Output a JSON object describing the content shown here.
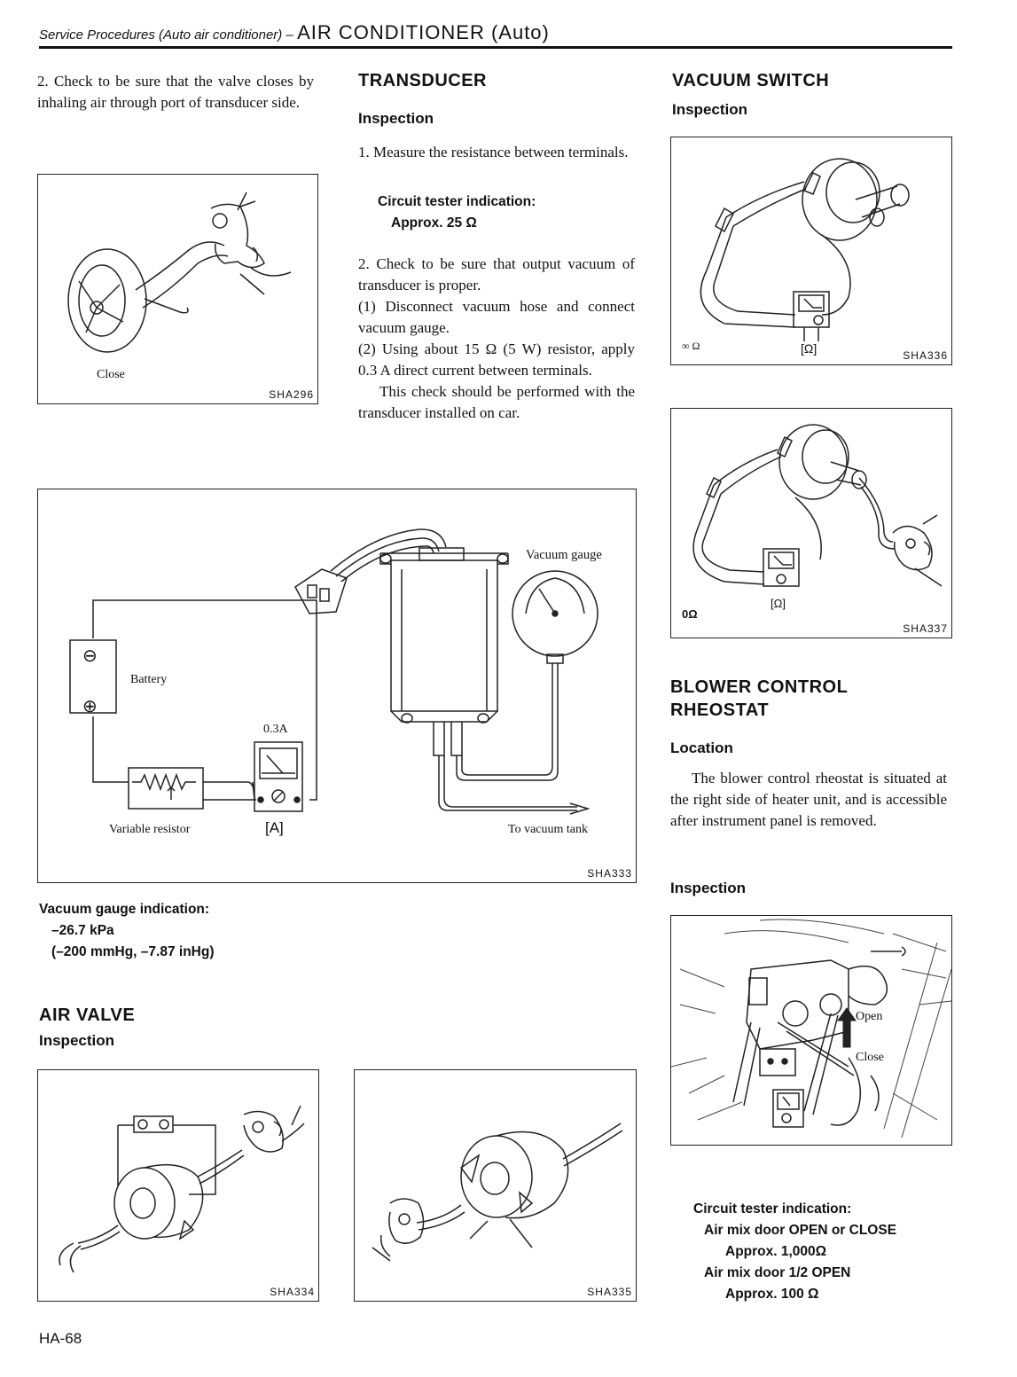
{
  "header": {
    "section": "Service Procedures (Auto air conditioner) –",
    "title": "AIR CONDITIONER (Auto)"
  },
  "left_top": {
    "step_text": "2. Check to be sure that the valve closes by inhaling air through port of transducer side.",
    "figure": {
      "label": "Close",
      "code": "SHA296"
    }
  },
  "transducer": {
    "title": "TRANSDUCER",
    "subtitle": "Inspection",
    "step1": "1. Measure the resistance between terminals.",
    "spec_label": "Circuit tester indication:",
    "spec_value": "Approx. 25 Ω",
    "step2": "2. Check to be sure that output vacuum of transducer is proper.",
    "step2_1": "(1) Disconnect vacuum hose and connect vacuum gauge.",
    "step2_2": "(2) Using about 15 Ω (5 W) resistor, apply 0.3 A direct current between terminals.",
    "note": "This check should be performed with the transducer installed on car."
  },
  "big_figure": {
    "vacuum_gauge": "Vacuum gauge",
    "battery": "Battery",
    "current": "0.3A",
    "variable_resistor": "Variable resistor",
    "ammeter": "[A]",
    "to_tank": "To vacuum tank",
    "code": "SHA333",
    "minus": "⊖",
    "plus": "⊕"
  },
  "vacuum_spec": {
    "label": "Vacuum gauge indication:",
    "value1": "–26.7 kPa",
    "value2": "(–200 mmHg, –7.87 inHg)"
  },
  "air_valve": {
    "title": "AIR VALVE",
    "subtitle": "Inspection",
    "fig1_code": "SHA334",
    "fig2_code": "SHA335"
  },
  "vacuum_switch": {
    "title": "VACUUM SWITCH",
    "subtitle": "Inspection",
    "fig1": {
      "reading": "∞ Ω",
      "meter": "[Ω]",
      "code": "SHA336"
    },
    "fig2": {
      "reading": "0Ω",
      "meter": "[Ω]",
      "code": "SHA337"
    }
  },
  "blower": {
    "title_line1": "BLOWER CONTROL",
    "title_line2": "RHEOSTAT",
    "location_title": "Location",
    "location_text": "The blower control rheostat is situated at the right side of heater unit, and is accessible after instrument panel is removed.",
    "inspection_title": "Inspection",
    "fig": {
      "open": "Open",
      "close": "Close"
    },
    "spec_label": "Circuit tester indication:",
    "spec_line1": "Air mix door OPEN or CLOSE",
    "spec_line2": "Approx. 1,000Ω",
    "spec_line3": "Air mix door 1/2 OPEN",
    "spec_line4": "Approx. 100 Ω"
  },
  "page_number": "HA-68"
}
